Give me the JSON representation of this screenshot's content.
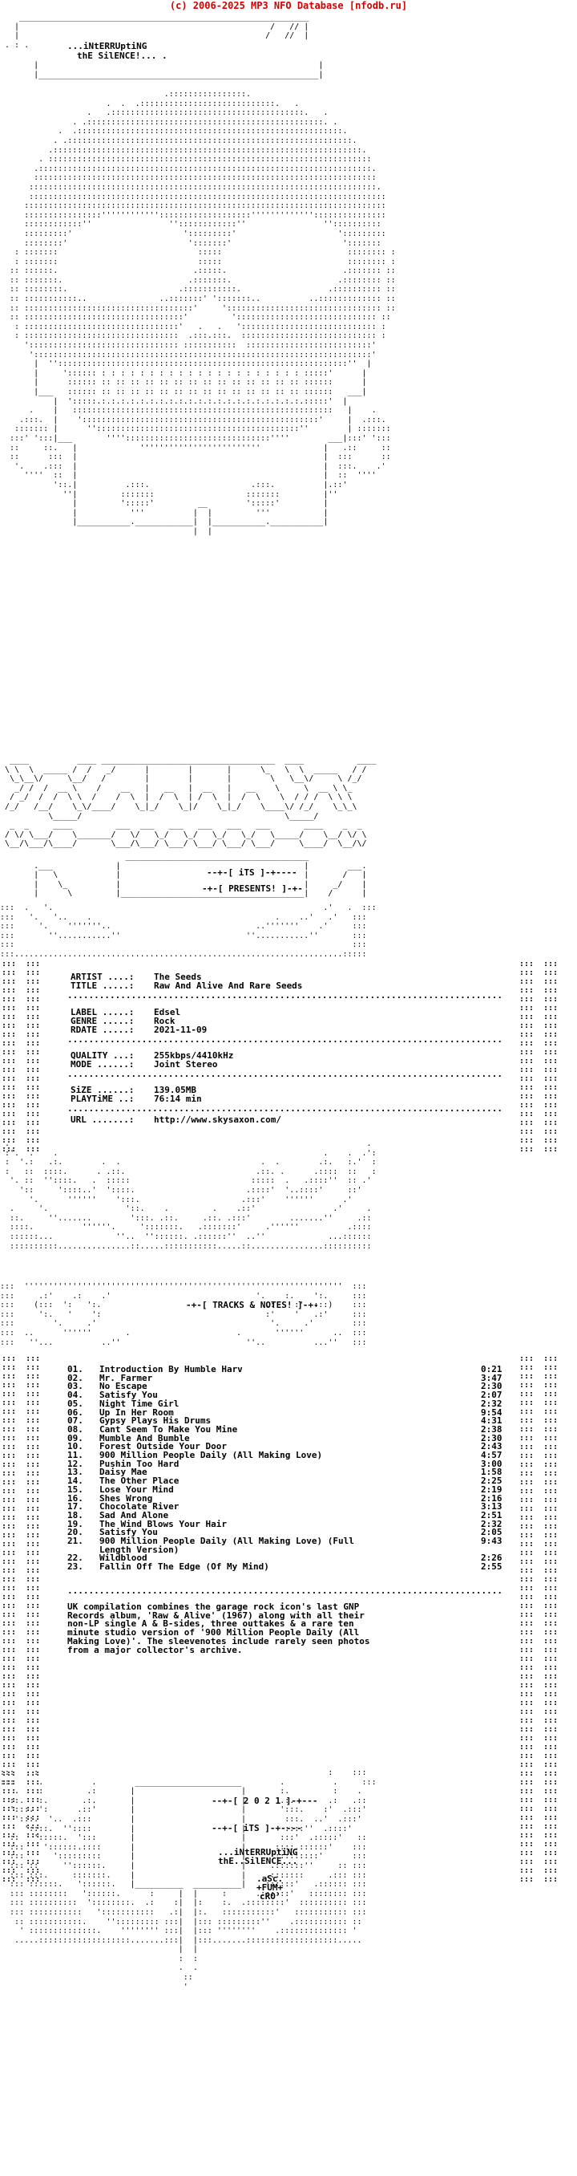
{
  "header": {
    "text": "(c) 2006-2025 MP3 NFO Database [nfodb.ru]"
  },
  "intro": {
    "group_top": "...iNtERRUptiNG",
    "group_bottom": "thE SilENCE!... ."
  },
  "presents": {
    "its": "--+-[ iTS ]-+----",
    "label": "-+-[ PRESENTS! ]-+-"
  },
  "release": {
    "artist_label": "ARTIST ....:",
    "artist": "The Seeds",
    "title_label": "TITLE .....:",
    "title": "Raw And Alive And Rare Seeds",
    "label_label": "LABEL .....:",
    "label": "Edsel",
    "genre_label": "GENRE .....:",
    "genre": "Rock",
    "rdate_label": "RDATE .....:",
    "rdate": "2021-11-09",
    "quality_label": "QUALITY ...:",
    "quality": "255kbps/4410kHz",
    "mode_label": "MODE ......:",
    "mode": "Joint Stereo",
    "size_label": "SiZE ......:",
    "size": "139.05MB",
    "playtime_label": "PLAYTiME ..:",
    "playtime": "76:14 min",
    "url_label": "URL .......:",
    "url": "http://www.skysaxon.com/"
  },
  "tracks_heading": "-+-[ TRACKS & NOTES! ]-+-",
  "tracks": [
    {
      "num": "01.",
      "title": "Introduction By Humble Harv",
      "dur": "0:21"
    },
    {
      "num": "02.",
      "title": "Mr. Farmer",
      "dur": "3:47"
    },
    {
      "num": "03.",
      "title": "No Escape",
      "dur": "2:30"
    },
    {
      "num": "04.",
      "title": "Satisfy You",
      "dur": "2:07"
    },
    {
      "num": "05.",
      "title": "Night Time Girl",
      "dur": "2:32"
    },
    {
      "num": "06.",
      "title": "Up In Her Room",
      "dur": "9:54"
    },
    {
      "num": "07.",
      "title": "Gypsy Plays His Drums",
      "dur": "4:31"
    },
    {
      "num": "08.",
      "title": "Cant Seem To Make You Mine",
      "dur": "2:38"
    },
    {
      "num": "09.",
      "title": "Mumble And Bumble",
      "dur": "2:30"
    },
    {
      "num": "10.",
      "title": "Forest Outside Your Door",
      "dur": "2:43"
    },
    {
      "num": "11.",
      "title": "900 Million People Daily (All Making Love)",
      "dur": "4:57"
    },
    {
      "num": "12.",
      "title": "Pushin Too Hard",
      "dur": "3:00"
    },
    {
      "num": "13.",
      "title": "Daisy Mae",
      "dur": "1:58"
    },
    {
      "num": "14.",
      "title": "The Other Place",
      "dur": "2:25"
    },
    {
      "num": "15.",
      "title": "Lose Your Mind",
      "dur": "2:19"
    },
    {
      "num": "16.",
      "title": "Shes Wrong",
      "dur": "2:16"
    },
    {
      "num": "17.",
      "title": "Chocolate River",
      "dur": "3:13"
    },
    {
      "num": "18.",
      "title": "Sad And Alone",
      "dur": "2:51"
    },
    {
      "num": "19.",
      "title": "The Wind Blows Your Hair",
      "dur": "2:32"
    },
    {
      "num": "20.",
      "title": "Satisfy You",
      "dur": "2:05"
    },
    {
      "num": "21.",
      "title": "900 Million People Daily (All Making Love) (Full",
      "dur": "9:43"
    },
    {
      "num": "",
      "title": "Length Version)",
      "dur": ""
    },
    {
      "num": "22.",
      "title": "Wildblood",
      "dur": "2:26"
    },
    {
      "num": "23.",
      "title": "Fallin Off The Edge (Of My Mind)",
      "dur": "2:55"
    }
  ],
  "notes": [
    "UK compilation combines the garage rock icon's last GNP",
    "Records album, 'Raw & Alive' (1967) along with all their",
    "non-LP single A & B-sides, three outtakes & a rare ten",
    "minute studio version of '900 Million People Daily (All",
    "Making Love)'. The sleevenotes include rarely seen photos",
    "from a major collector's archive."
  ],
  "footer": {
    "year": "--+-[ 2 0 2 1 ]-+---",
    "its": "--+-[ iTS ]-+----",
    "group_top": "...iNtERRUptiNG",
    "group_bottom": "thE..SilENCE...",
    "credit_1": ".aSc.",
    "credit_2": "+FUM+",
    "credit_3": "cRO'"
  }
}
